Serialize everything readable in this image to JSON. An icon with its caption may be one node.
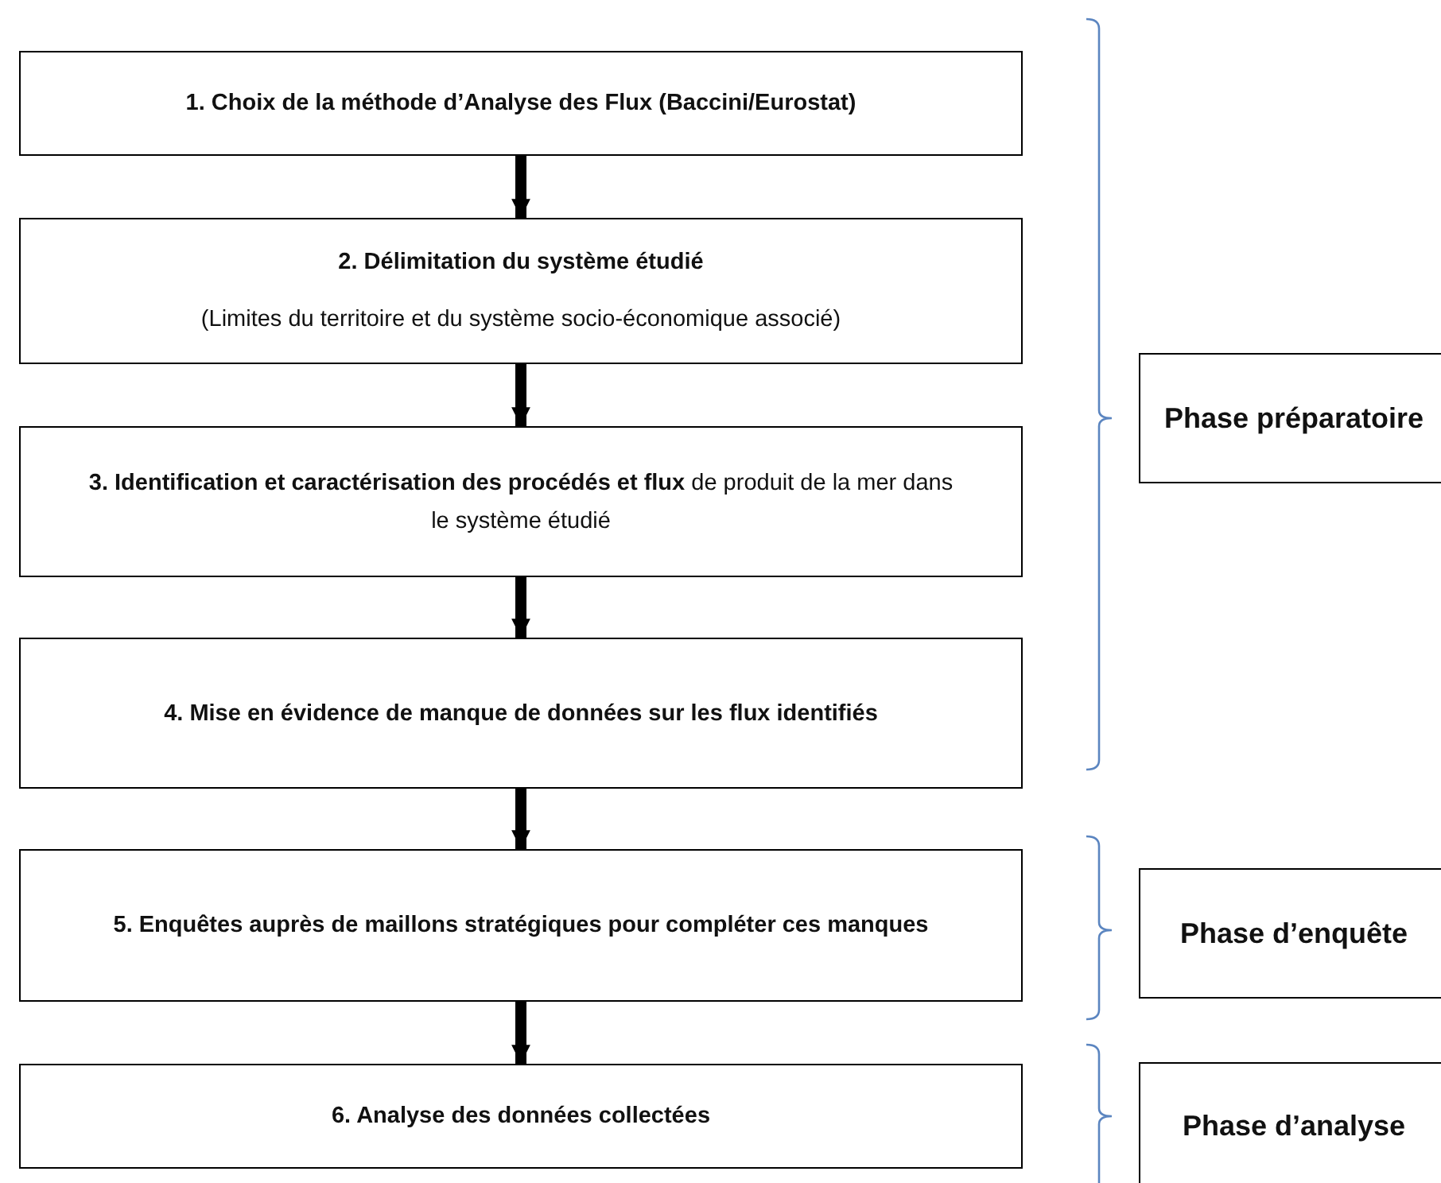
{
  "diagram": {
    "nodes": [
      {
        "text": [
          "1. Choix de la méthode d’Analyse des Flux (Baccini/Eurostat)"
        ]
      },
      {
        "text": [
          "2. Délimitation du système étudié",
          "(Limites du territoire et du système socio-économique associé)"
        ]
      },
      {
        "text": [
          "**3. Identification et caractérisation des procédés et flux** de produit de la mer dans le système étudié"
        ]
      },
      {
        "text": [
          "4. Mise en évidence de manque de données sur les flux identifiés"
        ]
      },
      {
        "text": [
          "5. Enquêtes auprès de maillons stratégiques pour compléter ces manques"
        ]
      },
      {
        "text": [
          "6. Analyse des données collectées"
        ]
      },
      {
        "text": [
          "Phase préparatoire"
        ]
      },
      {
        "text": [
          "Phase d’enquête"
        ]
      },
      {
        "text": [
          "Phase d’analyse"
        ]
      }
    ],
    "edges": [
      {
        "from": 0,
        "to": 1,
        "arrow": "to"
      },
      {
        "from": 1,
        "to": 2,
        "arrow": "to"
      },
      {
        "from": 2,
        "to": 3,
        "arrow": "to"
      },
      {
        "from": 3,
        "to": 4,
        "arrow": "to"
      },
      {
        "from": 4,
        "to": 5,
        "arrow": "to"
      }
    ]
  }
}
